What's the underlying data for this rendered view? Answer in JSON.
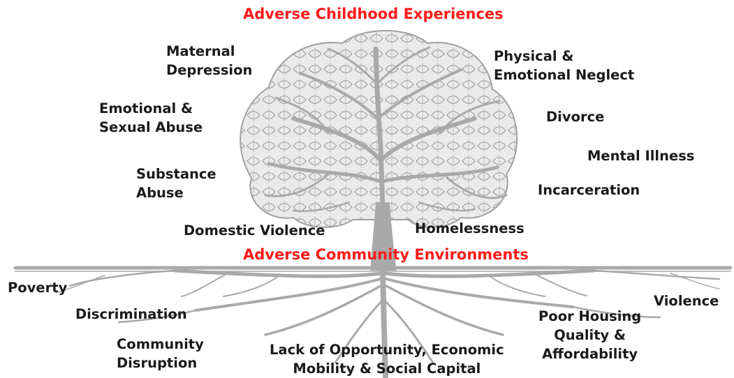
{
  "headings": {
    "top": "Adverse Childhood Experiences",
    "middle": "Adverse Community Environments"
  },
  "childhood_experiences": {
    "maternal_depression": [
      "Maternal",
      "Depression"
    ],
    "emotional_sexual_abuse": [
      "Emotional &",
      "Sexual Abuse"
    ],
    "substance_abuse": [
      "Substance",
      "Abuse"
    ],
    "domestic_violence": "Domestic Violence",
    "physical_emotional_neglect": [
      "Physical &",
      "Emotional Neglect"
    ],
    "divorce": "Divorce",
    "mental_illness": "Mental Illness",
    "incarceration": "Incarceration",
    "homelessness": "Homelessness"
  },
  "community_environments": {
    "poverty": "Poverty",
    "discrimination": "Discrimination",
    "community_disruption": [
      "Community",
      "Disruption"
    ],
    "lack_of_opportunity": [
      "Lack of Opportunity, Economic",
      "Mobility & Social Capital"
    ],
    "poor_housing": [
      "Poor Housing",
      "Quality &",
      "Affordability"
    ],
    "violence": "Violence"
  },
  "colors": {
    "heading": "#ff1a1a",
    "label": "#1a1a1a",
    "tree": "#a9a9a9",
    "canopy": "#c7c7c7"
  }
}
